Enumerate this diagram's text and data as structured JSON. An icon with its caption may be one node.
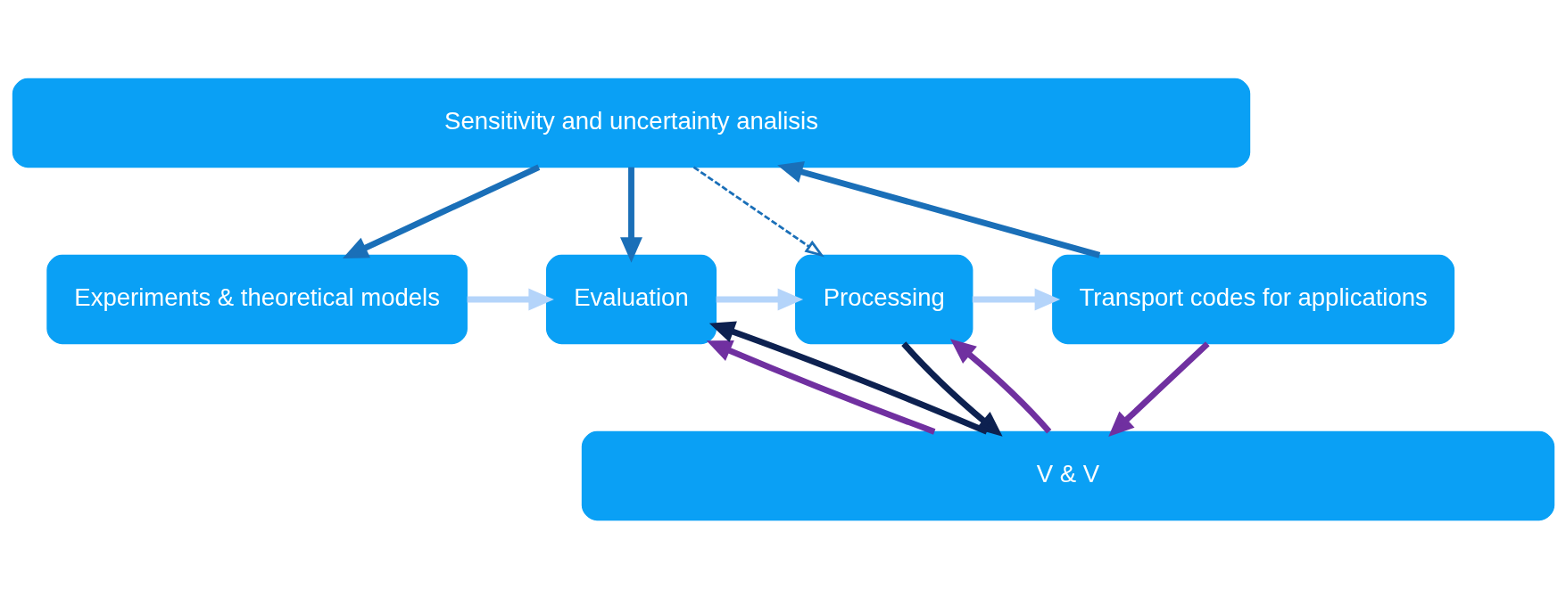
{
  "diagram": {
    "nodes": [
      {
        "text": [
          "Sensitivity and uncertainty analisis"
        ]
      },
      {
        "text": [
          "Experiments & theoretical models"
        ]
      },
      {
        "text": [
          "Evaluation"
        ]
      },
      {
        "text": [
          "Processing"
        ]
      },
      {
        "text": [
          "Transport codes for applications"
        ]
      },
      {
        "text": [
          "V & V"
        ]
      }
    ],
    "edges": [
      {
        "from": 0,
        "to": 1,
        "arrow": "to"
      },
      {
        "from": 0,
        "to": 2,
        "arrow": "to"
      },
      {
        "from": 0,
        "to": 3,
        "arrow": "to",
        "style": "dashed"
      },
      {
        "from": 4,
        "to": 0,
        "arrow": "to"
      },
      {
        "from": 1,
        "to": 2,
        "arrow": "to",
        "color": "#b4d4fa"
      },
      {
        "from": 2,
        "to": 3,
        "arrow": "to",
        "color": "#b4d4fa"
      },
      {
        "from": 3,
        "to": 4,
        "arrow": "to",
        "color": "#b4d4fa"
      },
      {
        "from": 5,
        "to": 2,
        "arrow": "to",
        "color": "#7030a0"
      },
      {
        "from": 5,
        "to": 2,
        "arrow": "to",
        "color": "#0d2150"
      },
      {
        "from": 5,
        "to": 3,
        "arrow": "to",
        "color": "#7030a0"
      },
      {
        "from": 3,
        "to": 5,
        "arrow": "to",
        "color": "#0d2150"
      },
      {
        "from": 4,
        "to": 5,
        "arrow": "to",
        "color": "#7030a0"
      }
    ]
  }
}
